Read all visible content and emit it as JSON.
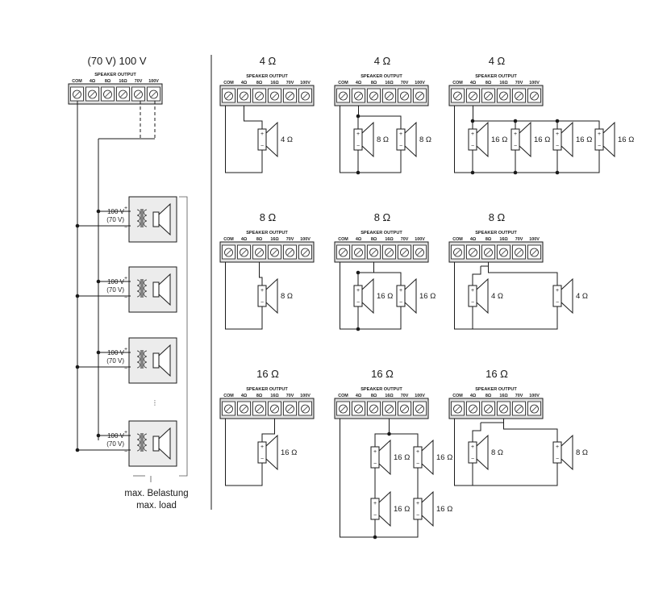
{
  "terminal_header": "SPEAKER OUTPUT",
  "terminal_labels": [
    "COM",
    "4Ω",
    "8Ω",
    "16Ω",
    "70V",
    "100V"
  ],
  "left_title": "(70 V) 100 V",
  "left_tap_labels": [
    "100 V",
    "(70 V)"
  ],
  "plus_sign": "+",
  "minus_sign": "−",
  "left_note": [
    "max. Belastung",
    "max. load"
  ],
  "continuation_dots": "⋮",
  "panels": [
    {
      "title": "4 Ω",
      "speaker_labels": [
        "4 Ω"
      ]
    },
    {
      "title": "4 Ω",
      "speaker_labels": [
        "8 Ω",
        "8 Ω"
      ]
    },
    {
      "title": "4 Ω",
      "speaker_labels": [
        "16 Ω",
        "16 Ω",
        "16 Ω",
        "16 Ω"
      ]
    },
    {
      "title": "8 Ω",
      "speaker_labels": [
        "8 Ω"
      ]
    },
    {
      "title": "8 Ω",
      "speaker_labels": [
        "16 Ω",
        "16 Ω"
      ]
    },
    {
      "title": "8 Ω",
      "speaker_labels": [
        "4 Ω",
        "4 Ω"
      ]
    },
    {
      "title": "16 Ω",
      "speaker_labels": [
        "16 Ω"
      ]
    },
    {
      "title": "16 Ω",
      "speaker_labels": [
        "16 Ω",
        "16 Ω",
        "16 Ω",
        "16 Ω"
      ]
    },
    {
      "title": "16 Ω",
      "speaker_labels": [
        "8 Ω",
        "8 Ω"
      ]
    }
  ]
}
